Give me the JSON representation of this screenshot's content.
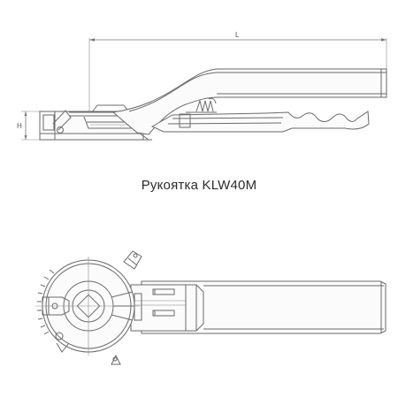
{
  "caption": "Рукоятка KLW40M",
  "dimensions": {
    "length_label": "L",
    "height_label": "H"
  }
}
